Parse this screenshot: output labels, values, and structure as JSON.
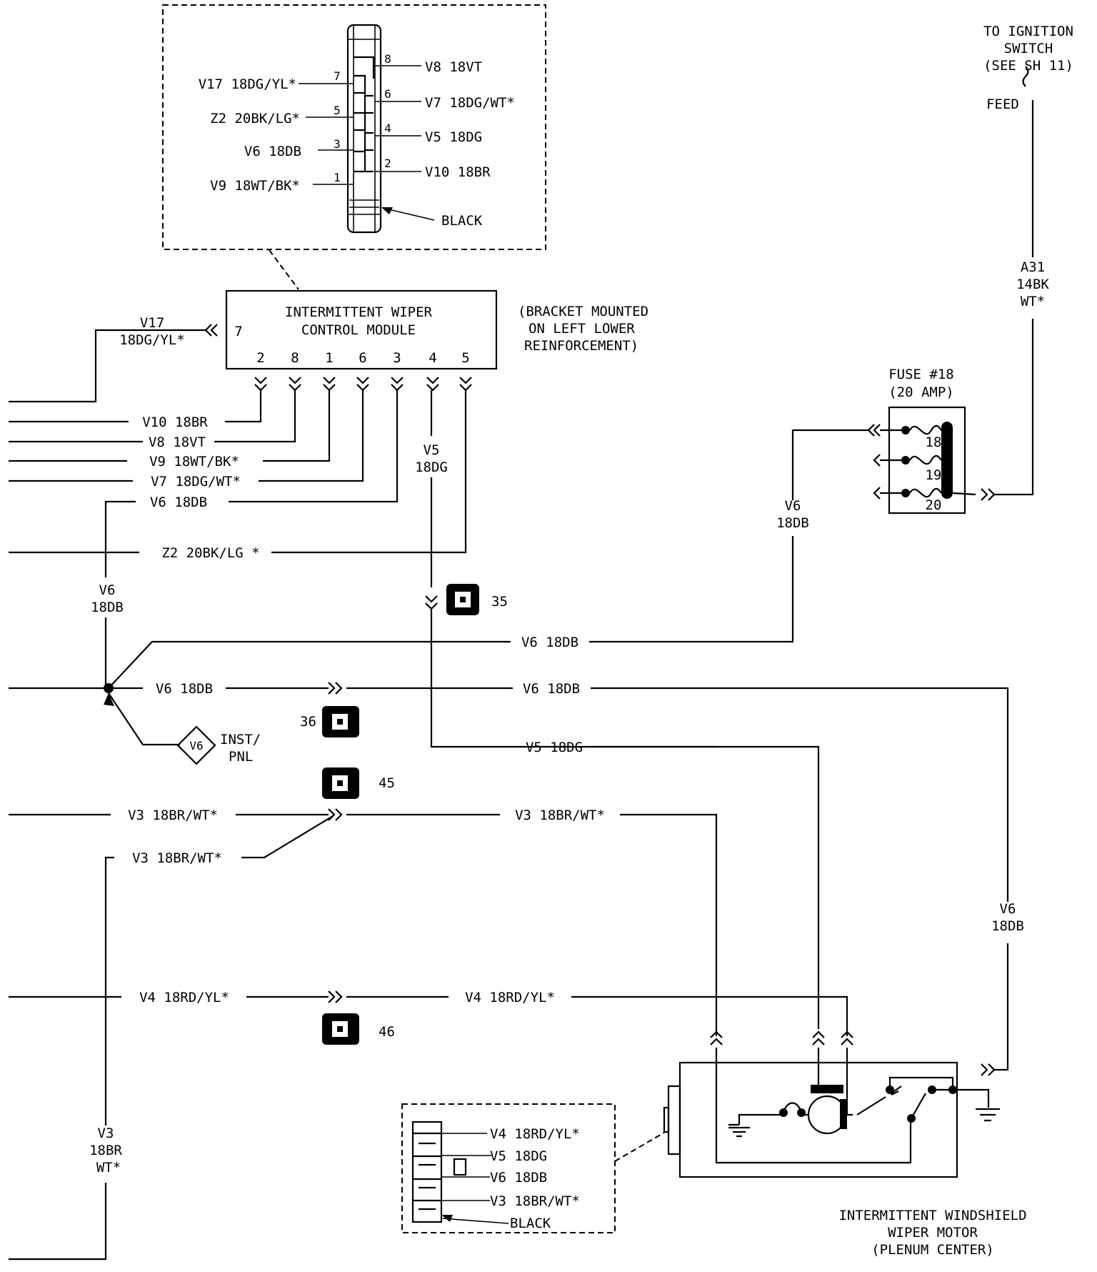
{
  "connector_detail": {
    "left_pins": [
      {
        "num": "7",
        "label": "V17 18DG/YL*"
      },
      {
        "num": "5",
        "label": "Z2 20BK/LG*"
      },
      {
        "num": "3",
        "label": "V6 18DB"
      },
      {
        "num": "1",
        "label": "V9 18WT/BK*"
      }
    ],
    "right_pins": [
      {
        "num": "8",
        "label": "V8 18VT"
      },
      {
        "num": "6",
        "label": "V7 18DG/WT*"
      },
      {
        "num": "4",
        "label": "V5 18DG"
      },
      {
        "num": "2",
        "label": "V10 18BR"
      }
    ],
    "color": "BLACK"
  },
  "module": {
    "title_line1": "INTERMITTENT WIPER",
    "title_line2": "CONTROL MODULE",
    "pin7": "7",
    "pins": [
      "2",
      "8",
      "1",
      "6",
      "3",
      "4",
      "5"
    ],
    "side_wire_line1": "V17",
    "side_wire_line2": "18DG/YL*",
    "note_line1": "(BRACKET MOUNTED",
    "note_line2": "ON LEFT LOWER",
    "note_line3": "REINFORCEMENT)"
  },
  "ignition": {
    "line1": "TO IGNITION",
    "line2": "SWITCH",
    "line3": "(SEE SH 11)",
    "feed": "FEED",
    "wire_line1": "A31",
    "wire_line2": "14BK",
    "wire_line3": "WT*"
  },
  "fuse": {
    "title_line1": "FUSE #18",
    "title_line2": "(20 AMP)",
    "nums": [
      "18",
      "19",
      "20"
    ]
  },
  "wires": {
    "v10": "V10 18BR",
    "v8": "V8 18VT",
    "v9": "V9 18WT/BK*",
    "v7": "V7 18DG/WT*",
    "v6_mod": "V6 18DB",
    "z2": "Z2 20BK/LG *",
    "v5_line1": "V5",
    "v5_line2": "18DG",
    "v6_left_line1": "V6",
    "v6_left_line2": "18DB",
    "v6_fuse_line1": "V6",
    "v6_fuse_line2": "18DB",
    "v6_top": "V6 18DB",
    "v6_splice_left": "V6 18DB",
    "v6_splice_right": "V6 18DB",
    "v5_motor": "V5 18DG",
    "v3_a_left": "V3 18BR/WT*",
    "v3_a_right": "V3 18BR/WT*",
    "v3_b": "V3 18BR/WT*",
    "v4_left": "V4 18RD/YL*",
    "v4_right": "V4 18RD/YL*",
    "v6_right_line1": "V6",
    "v6_right_line2": "18DB",
    "v3_vert_line1": "V3",
    "v3_vert_line2": "18BR",
    "v3_vert_line3": "WT*"
  },
  "ground": {
    "id": "V6",
    "label_line1": "INST/",
    "label_line2": "PNL"
  },
  "connectors": {
    "c35": "35",
    "c36": "36",
    "c45": "45",
    "c46": "46"
  },
  "motor_connector": {
    "pins": [
      "V4 18RD/YL*",
      "V5 18DG",
      "V6 18DB",
      "V3 18BR/WT*"
    ],
    "color": "BLACK"
  },
  "motor": {
    "line1": "INTERMITTENT WINDSHIELD",
    "line2": "WIPER MOTOR",
    "line3": "(PLENUM CENTER)"
  }
}
